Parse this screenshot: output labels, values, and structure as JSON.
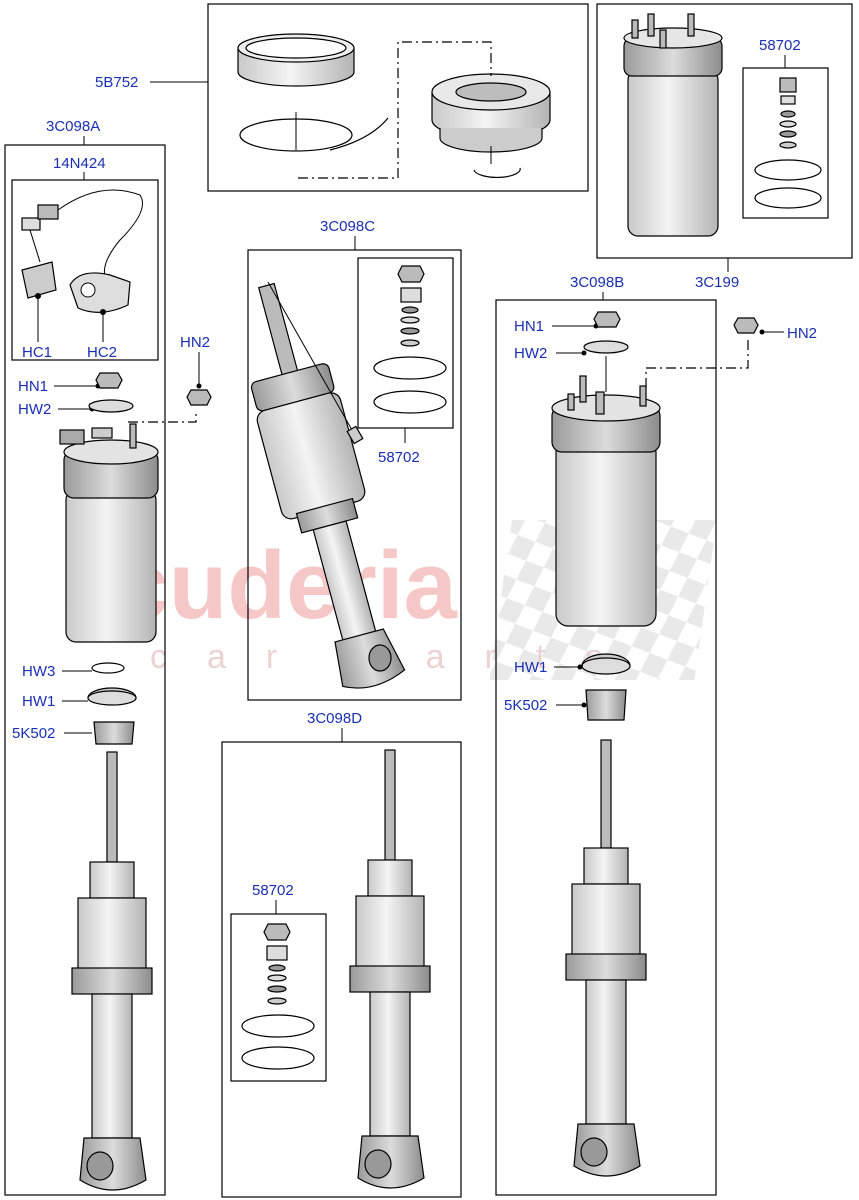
{
  "watermark": {
    "main": "scuderia",
    "sub": "car parts"
  },
  "callouts": {
    "top_kit": "5B752",
    "top_right_assy": "3C199",
    "top_right_kit": "58702",
    "left_assy": "3C098A",
    "harness": "14N424",
    "left_hc1": "HC1",
    "left_hc2": "HC2",
    "left_hn1": "HN1",
    "left_hw2": "HW2",
    "left_hn2": "HN2",
    "left_hw3": "HW3",
    "left_hw1": "HW1",
    "left_5k502": "5K502",
    "middle_assy": "3C098C",
    "middle_kit": "58702",
    "bottom_assy": "3C098D",
    "bottom_kit": "58702",
    "right_assy": "3C098B",
    "right_hn1": "HN1",
    "right_hw2": "HW2",
    "right_hn2": "HN2",
    "right_hw1": "HW1",
    "right_5k502": "5K502"
  }
}
